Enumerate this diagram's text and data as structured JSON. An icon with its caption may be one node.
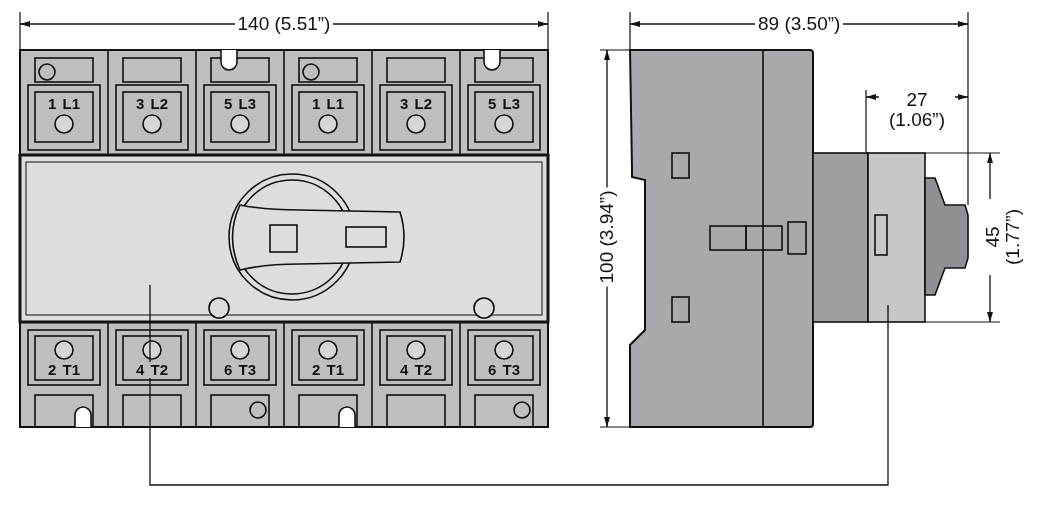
{
  "diagram": {
    "labels": [
      "140 (5.51”)",
      "89 (3.50”)",
      "1 L1",
      "3 L2",
      "5 L3",
      "1 L1",
      "3 L2",
      "5 L3",
      "27 (1.06”)",
      "100 (3.94”)",
      "45 (1.77”)",
      "2 T1",
      "4 T2",
      "6 T3",
      "2 T1",
      "4 T2",
      "6 T3"
    ]
  }
}
